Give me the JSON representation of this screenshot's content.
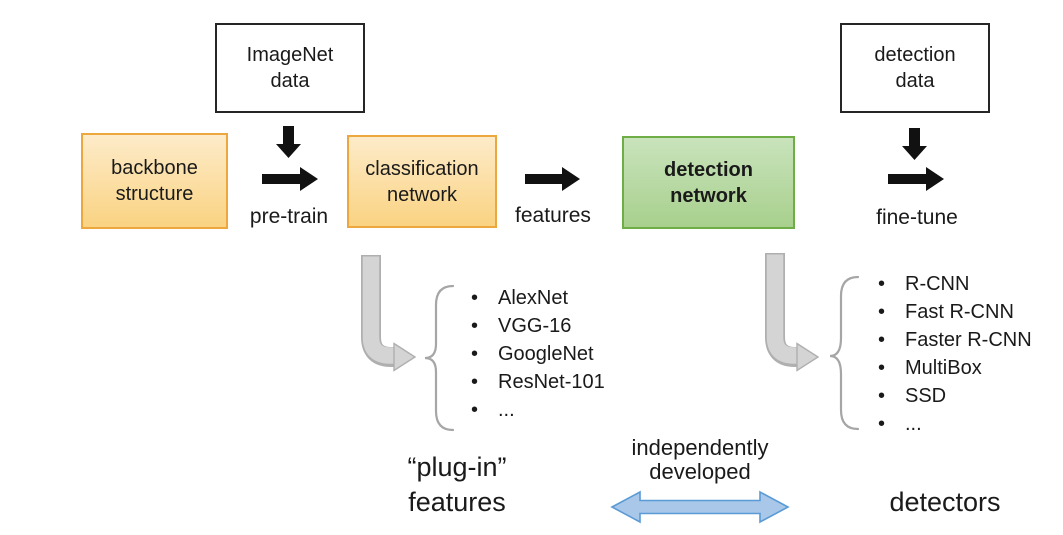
{
  "colors": {
    "canvas_bg": "#ffffff",
    "text": "#1a1a1a",
    "data_box_border": "#262626",
    "orange_fill_top": "#FDEBC9",
    "orange_fill_bottom": "#FAD382",
    "orange_border": "#EDA73F",
    "green_fill_top": "#C9E3BC",
    "green_fill_bottom": "#A8D08D",
    "green_border": "#6FAE47",
    "black_arrow": "#111111",
    "gray_arrow_fill": "#D4D4D4",
    "gray_arrow_outline": "#AFAFAF",
    "brace": "#A6A6A6",
    "blue_arrow_fill": "#A9C7E9",
    "blue_arrow_border": "#5B9BD5"
  },
  "nodes": {
    "imagenet_data": "ImageNet\ndata",
    "detection_data": "detection\ndata",
    "backbone_structure": "backbone\nstructure",
    "classification_network": "classification\nnetwork",
    "detection_network": "detection\nnetwork"
  },
  "labels": {
    "pre_train": "pre-train",
    "features": "features",
    "fine_tune": "fine-tune",
    "plug_in_features": "“plug-in”\nfeatures",
    "independently_developed": "independently\ndeveloped",
    "detectors": "detectors"
  },
  "lists": {
    "classification_networks": [
      "AlexNet",
      "VGG-16",
      "GoogleNet",
      "ResNet-101",
      "..."
    ],
    "detection_networks": [
      "R-CNN",
      "Fast R-CNN",
      "Faster R-CNN",
      "MultiBox",
      "SSD",
      "..."
    ]
  },
  "icons": {
    "down_arrow": "solid black down arrow",
    "right_arrow": "solid black right arrow",
    "elbow_arrow": "gray curved down-right arrow",
    "brace": "left curly brace",
    "double_arrow": "blue horizontal double-headed arrow"
  }
}
